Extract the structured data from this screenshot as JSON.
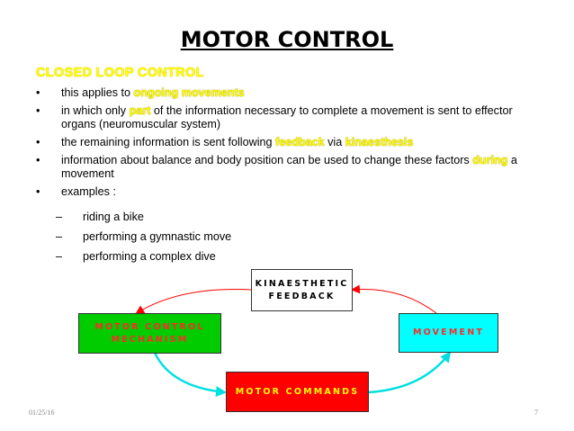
{
  "slide": {
    "title": "MOTOR CONTROL",
    "subtitle": "CLOSED LOOP CONTROL",
    "bullet_symbol": "•",
    "dash_symbol": "–",
    "bullets": [
      {
        "pre": "this applies to ",
        "hl": "ongoing movements",
        "post": ""
      },
      {
        "pre": "in which only ",
        "hl": "part",
        "post": " of the information necessary to complete a movement is sent to effector organs (neuromuscular system)"
      },
      {
        "pre": "the remaining information is sent following ",
        "hl": "feedback",
        "mid": " via ",
        "hl2": "kinaesthesis",
        "post": ""
      },
      {
        "pre": "information about balance and body position can be used to change these factors ",
        "hl": "during",
        "post": " a movement"
      },
      {
        "pre": "examples :",
        "hl": "",
        "post": ""
      }
    ],
    "examples": [
      "riding a bike",
      "performing a gymnastic move",
      "performing a complex dive"
    ],
    "footer_date": "01/25/16",
    "footer_page": "7"
  },
  "diagram": {
    "boxes": {
      "feedback": {
        "line1": "KINAESTHETIC",
        "line2": "FEEDBACK",
        "fill": "#ffffff",
        "text_color": "#000000"
      },
      "mechanism": {
        "line1": "MOTOR CONTROL",
        "line2": "MECHANISM",
        "fill": "#00cc00",
        "text_color": "#ff2a2a"
      },
      "movement": {
        "line1": "MOVEMENT",
        "line2": "",
        "fill": "#00ffff",
        "text_color": "#ff2a2a"
      },
      "commands": {
        "line1": "MOTOR COMMANDS",
        "line2": "",
        "fill": "#ff0000",
        "text_color": "#ffff00"
      }
    },
    "arrow_colors": {
      "feedback_loop": "#ff0000",
      "command_flow": "#00e0e0"
    }
  }
}
